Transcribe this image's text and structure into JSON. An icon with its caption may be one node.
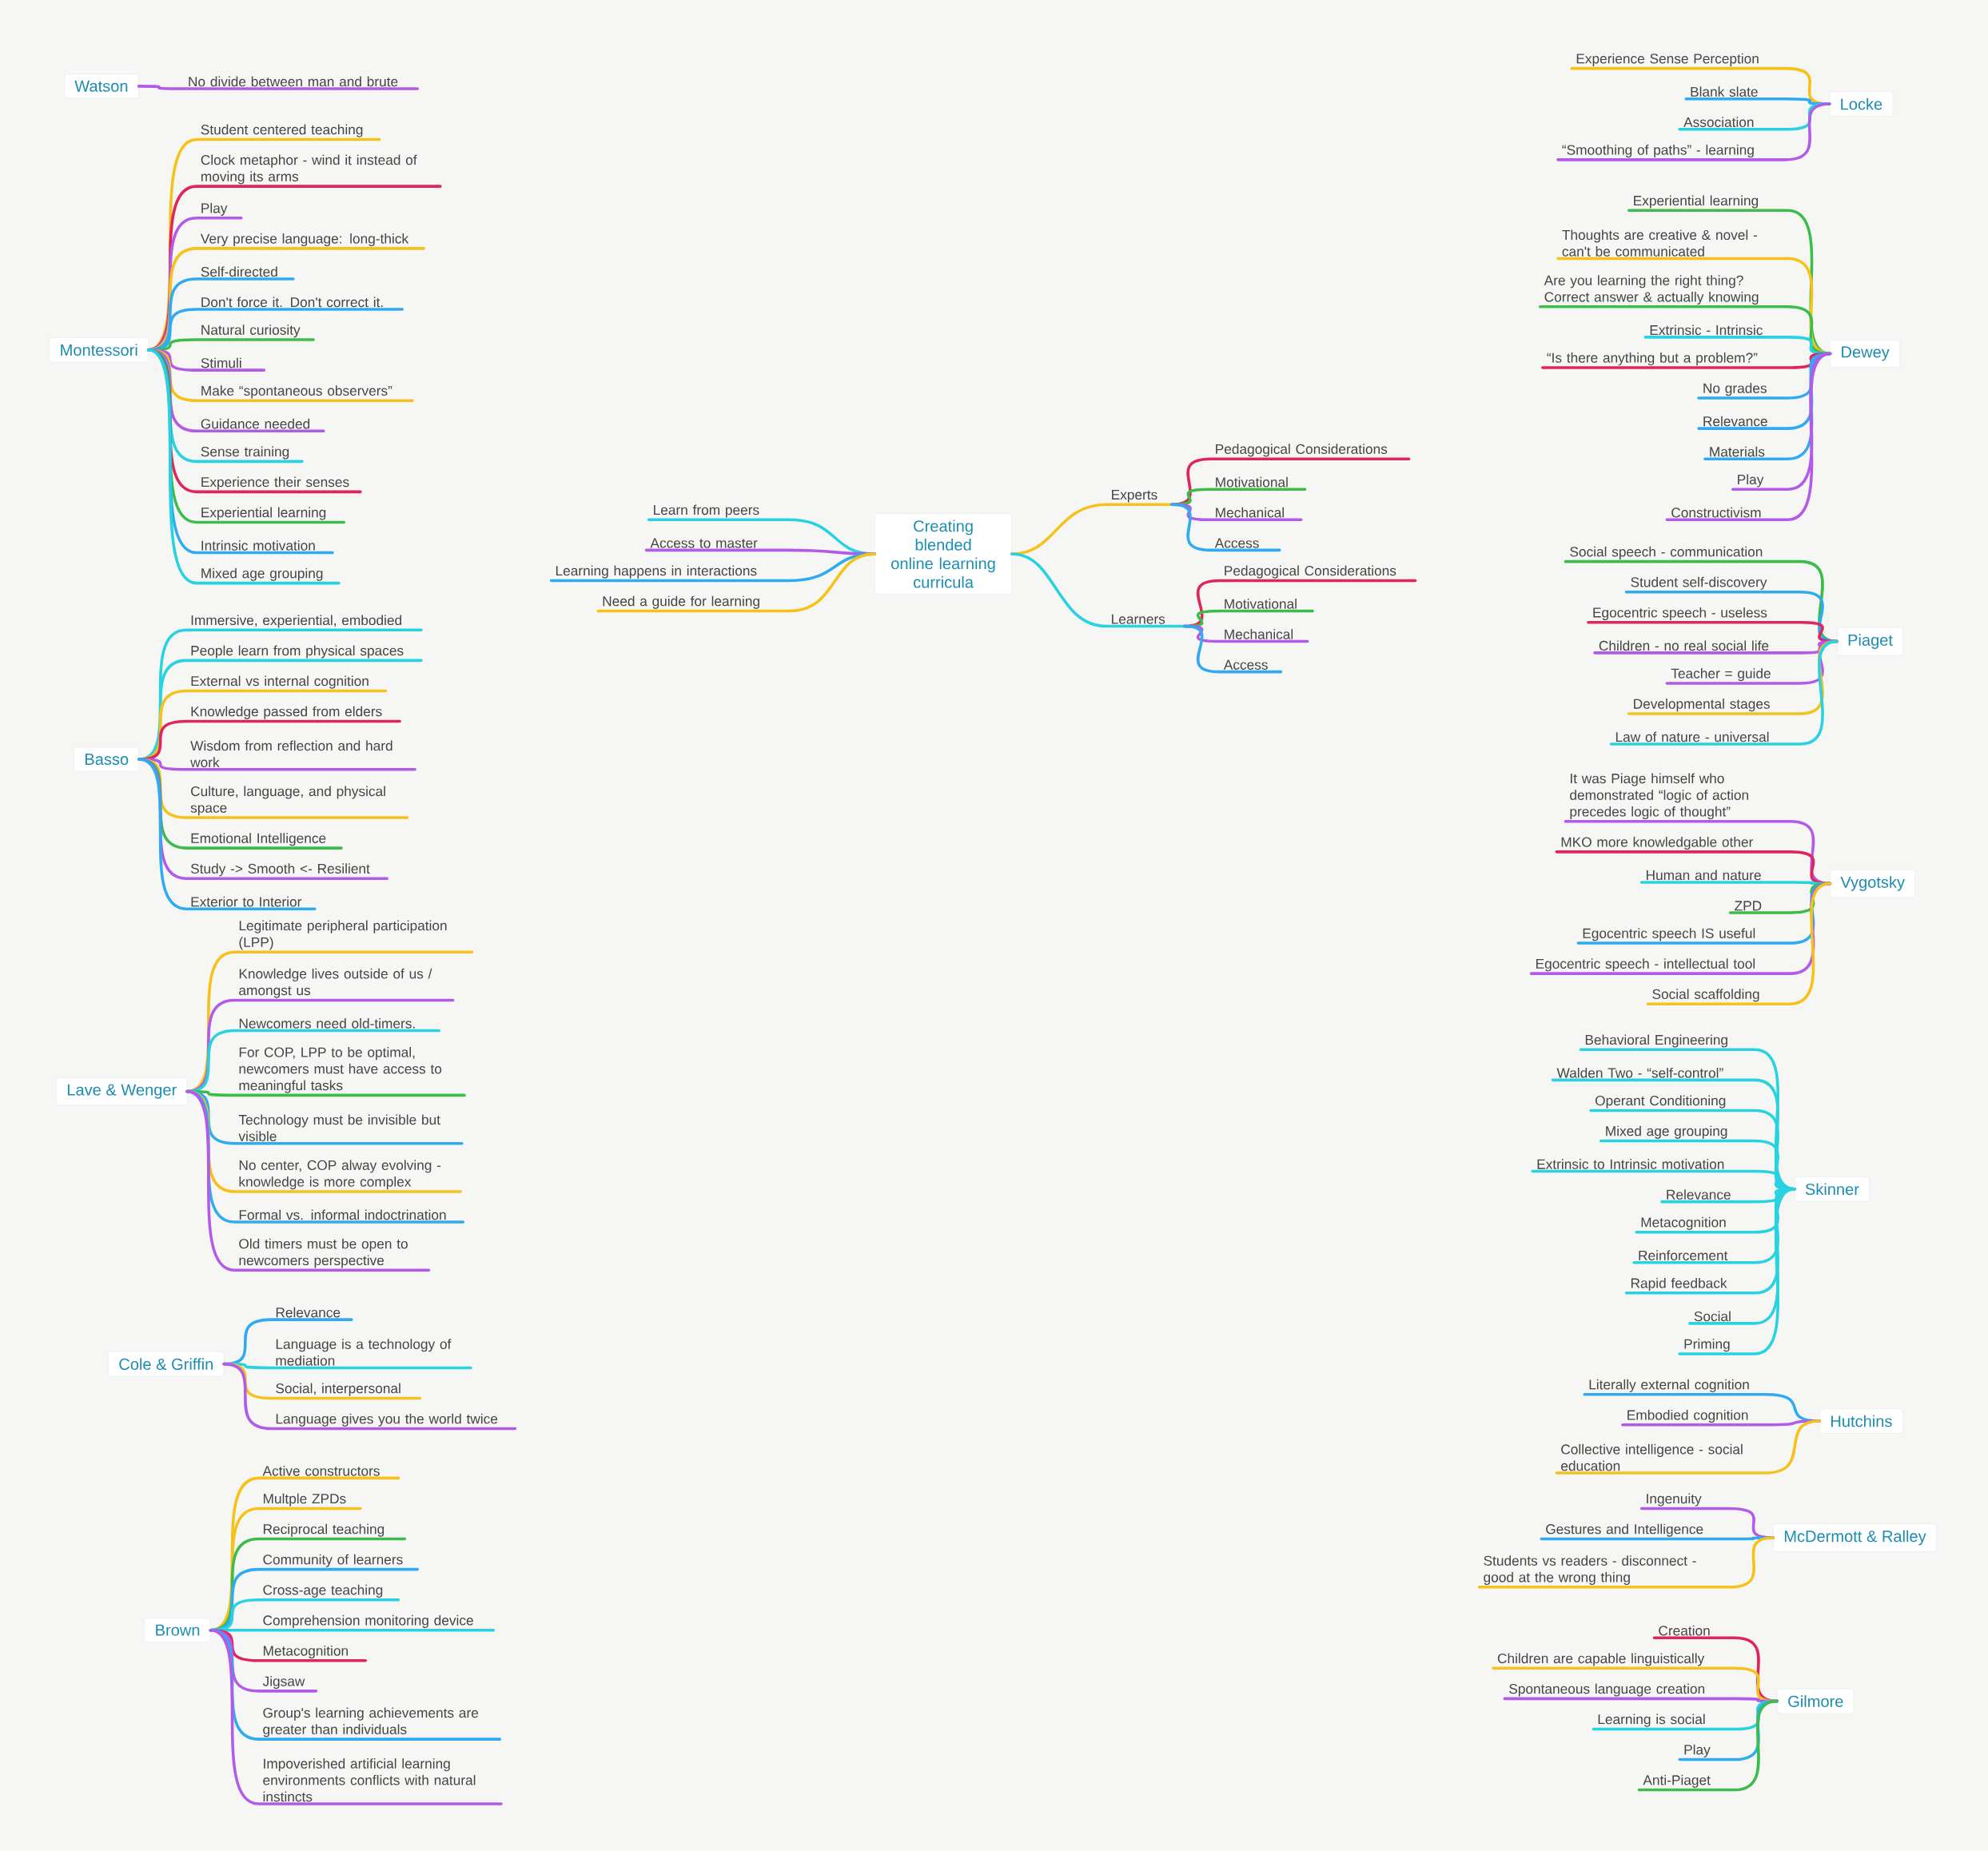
{
  "diagram": {
    "nodes": [
      {
        "text": [
          "Watson"
        ]
      },
      {
        "text": [
          "No divide between man and brute"
        ]
      },
      {
        "text": [
          "Montessori"
        ]
      },
      {
        "text": [
          "Student centered teaching"
        ]
      },
      {
        "text": [
          "Clock metaphor - wind it instead of moving its arms"
        ]
      },
      {
        "text": [
          "Play"
        ]
      },
      {
        "text": [
          "Very precise language: long-thick"
        ]
      },
      {
        "text": [
          "Self-directed"
        ]
      },
      {
        "text": [
          "Don't force it. Don't correct it."
        ]
      },
      {
        "text": [
          "Natural curiosity"
        ]
      },
      {
        "text": [
          "Stimuli"
        ]
      },
      {
        "text": [
          "Make “spontaneous observers”"
        ]
      },
      {
        "text": [
          "Guidance needed"
        ]
      },
      {
        "text": [
          "Sense training"
        ]
      },
      {
        "text": [
          "Experience their senses"
        ]
      },
      {
        "text": [
          "Experiential learning"
        ]
      },
      {
        "text": [
          "Intrinsic motivation"
        ]
      },
      {
        "text": [
          "Mixed age grouping"
        ]
      },
      {
        "text": [
          "Basso"
        ]
      },
      {
        "text": [
          "Immersive, experiential, embodied"
        ]
      },
      {
        "text": [
          "People learn from physical spaces"
        ]
      },
      {
        "text": [
          "External vs internal cognition"
        ]
      },
      {
        "text": [
          "Knowledge passed from elders"
        ]
      },
      {
        "text": [
          "Wisdom from reflection and hard work"
        ]
      },
      {
        "text": [
          "Culture, language, and physical space"
        ]
      },
      {
        "text": [
          "Emotional Intelligence"
        ]
      },
      {
        "text": [
          "Study -> Smooth <- Resilient"
        ]
      },
      {
        "text": [
          "Exterior to Interior"
        ]
      },
      {
        "text": [
          "Lave & Wenger"
        ]
      },
      {
        "text": [
          "Legitimate peripheral participation (LPP)"
        ]
      },
      {
        "text": [
          "Knowledge lives outside of us / amongst us"
        ]
      },
      {
        "text": [
          "Newcomers need old-timers."
        ]
      },
      {
        "text": [
          "For COP, LPP to be optimal, newcomers must have access to meaningful tasks"
        ]
      },
      {
        "text": [
          "Technology must be invisible but visible"
        ]
      },
      {
        "text": [
          "No center, COP alway evolving - knowledge is more complex"
        ]
      },
      {
        "text": [
          "Formal vs. informal indoctrination"
        ]
      },
      {
        "text": [
          "Old timers must be open to newcomers perspective"
        ]
      },
      {
        "text": [
          "Cole & Griffin"
        ]
      },
      {
        "text": [
          "Relevance"
        ]
      },
      {
        "text": [
          "Language is a technology of mediation"
        ]
      },
      {
        "text": [
          "Social, interpersonal"
        ]
      },
      {
        "text": [
          "Language gives you the world twice"
        ]
      },
      {
        "text": [
          "Brown"
        ]
      },
      {
        "text": [
          "Active constructors"
        ]
      },
      {
        "text": [
          "Multple ZPDs"
        ]
      },
      {
        "text": [
          "Reciprocal teaching"
        ]
      },
      {
        "text": [
          "Community of learners"
        ]
      },
      {
        "text": [
          "Cross-age teaching"
        ]
      },
      {
        "text": [
          "Comprehension monitoring device"
        ]
      },
      {
        "text": [
          "Metacognition"
        ]
      },
      {
        "text": [
          "Jigsaw"
        ]
      },
      {
        "text": [
          "Group's learning achievements are greater than individuals"
        ]
      },
      {
        "text": [
          "Impoverished artificial learning environments conflicts with natural instincts"
        ]
      },
      {
        "text": [
          "Creating blended online learning curricula"
        ]
      },
      {
        "text": [
          "Learn from peers"
        ]
      },
      {
        "text": [
          "Access to master"
        ]
      },
      {
        "text": [
          "Learning happens in interactions"
        ]
      },
      {
        "text": [
          "Need a guide for learning"
        ]
      },
      {
        "text": [
          "Experts"
        ]
      },
      {
        "text": [
          "Pedagogical Considerations"
        ]
      },
      {
        "text": [
          "Motivational"
        ]
      },
      {
        "text": [
          "Mechanical"
        ]
      },
      {
        "text": [
          "Access"
        ]
      },
      {
        "text": [
          "Learners"
        ]
      },
      {
        "text": [
          "Pedagogical Considerations"
        ]
      },
      {
        "text": [
          "Motivational"
        ]
      },
      {
        "text": [
          "Mechanical"
        ]
      },
      {
        "text": [
          "Access"
        ]
      },
      {
        "text": [
          "Locke"
        ]
      },
      {
        "text": [
          "Experience Sense Perception"
        ]
      },
      {
        "text": [
          "Blank slate"
        ]
      },
      {
        "text": [
          "Association"
        ]
      },
      {
        "text": [
          "“Smoothing of paths” - learning"
        ]
      },
      {
        "text": [
          "Dewey"
        ]
      },
      {
        "text": [
          "Experiential learning"
        ]
      },
      {
        "text": [
          "Thoughts are creative & novel - can't be communicated"
        ]
      },
      {
        "text": [
          "Are you learning the right thing? Correct answer & actually knowing"
        ]
      },
      {
        "text": [
          "Extrinsic - Intrinsic"
        ]
      },
      {
        "text": [
          "“Is there anything but a problem?”"
        ]
      },
      {
        "text": [
          "No grades"
        ]
      },
      {
        "text": [
          "Relevance"
        ]
      },
      {
        "text": [
          "Materials"
        ]
      },
      {
        "text": [
          "Play"
        ]
      },
      {
        "text": [
          "Constructivism"
        ]
      },
      {
        "text": [
          "Piaget"
        ]
      },
      {
        "text": [
          "Social speech - communication"
        ]
      },
      {
        "text": [
          "Student self-discovery"
        ]
      },
      {
        "text": [
          "Egocentric speech - useless"
        ]
      },
      {
        "text": [
          "Children - no real social life"
        ]
      },
      {
        "text": [
          "Teacher = guide"
        ]
      },
      {
        "text": [
          "Developmental stages"
        ]
      },
      {
        "text": [
          "Law of nature - universal"
        ]
      },
      {
        "text": [
          "Vygotsky"
        ]
      },
      {
        "text": [
          "It was Piage himself who demonstrated “logic of action precedes logic of thought”"
        ]
      },
      {
        "text": [
          "MKO more knowledgable other"
        ]
      },
      {
        "text": [
          "Human and nature"
        ]
      },
      {
        "text": [
          "ZPD"
        ]
      },
      {
        "text": [
          "Egocentric speech IS useful"
        ]
      },
      {
        "text": [
          "Egocentric speech - intellectual tool"
        ]
      },
      {
        "text": [
          "Social scaffolding"
        ]
      },
      {
        "text": [
          "Skinner"
        ]
      },
      {
        "text": [
          "Behavioral Engineering"
        ]
      },
      {
        "text": [
          "Walden Two - “self-control”"
        ]
      },
      {
        "text": [
          "Operant Conditioning"
        ]
      },
      {
        "text": [
          "Mixed age grouping"
        ]
      },
      {
        "text": [
          "Extrinsic to Intrinsic motivation"
        ]
      },
      {
        "text": [
          "Relevance"
        ]
      },
      {
        "text": [
          "Metacognition"
        ]
      },
      {
        "text": [
          "Reinforcement"
        ]
      },
      {
        "text": [
          "Rapid feedback"
        ]
      },
      {
        "text": [
          "Social"
        ]
      },
      {
        "text": [
          "Priming"
        ]
      },
      {
        "text": [
          "Hutchins"
        ]
      },
      {
        "text": [
          "Literally external cognition"
        ]
      },
      {
        "text": [
          "Embodied cognition"
        ]
      },
      {
        "text": [
          "Collective intelligence - social education"
        ]
      },
      {
        "text": [
          "McDermott & Ralley"
        ]
      },
      {
        "text": [
          "Ingenuity"
        ]
      },
      {
        "text": [
          "Gestures and Intelligence"
        ]
      },
      {
        "text": [
          "Students vs readers - disconnect - good at the wrong thing"
        ]
      },
      {
        "text": [
          "Gilmore"
        ]
      },
      {
        "text": [
          "Creation"
        ]
      },
      {
        "text": [
          "Children are capable linguistically"
        ]
      },
      {
        "text": [
          "Spontaneous language creation"
        ]
      },
      {
        "text": [
          "Learning is social"
        ]
      },
      {
        "text": [
          "Play"
        ]
      },
      {
        "text": [
          "Anti-Piaget"
        ]
      }
    ],
    "edges": [
      {
        "from": 0,
        "to": 1,
        "arrow": "none",
        "color": "#b45ae8"
      },
      {
        "from": 2,
        "to": 3,
        "arrow": "none",
        "color": "#f7c11a"
      },
      {
        "from": 2,
        "to": 4,
        "arrow": "none",
        "color": "#e0245e"
      },
      {
        "from": 2,
        "to": 5,
        "arrow": "none",
        "color": "#b45ae8"
      },
      {
        "from": 2,
        "to": 6,
        "arrow": "none",
        "color": "#f7c11a"
      },
      {
        "from": 2,
        "to": 7,
        "arrow": "none",
        "color": "#30aaf0"
      },
      {
        "from": 2,
        "to": 8,
        "arrow": "none",
        "color": "#30aaf0"
      },
      {
        "from": 2,
        "to": 9,
        "arrow": "none",
        "color": "#3cbd4b"
      },
      {
        "from": 2,
        "to": 10,
        "arrow": "none",
        "color": "#b45ae8"
      },
      {
        "from": 2,
        "to": 11,
        "arrow": "none",
        "color": "#f7c11a"
      },
      {
        "from": 2,
        "to": 12,
        "arrow": "none",
        "color": "#b45ae8"
      },
      {
        "from": 2,
        "to": 13,
        "arrow": "none",
        "color": "#28d2e0"
      },
      {
        "from": 2,
        "to": 14,
        "arrow": "none",
        "color": "#e0245e"
      },
      {
        "from": 2,
        "to": 15,
        "arrow": "none",
        "color": "#3cbd4b"
      },
      {
        "from": 2,
        "to": 16,
        "arrow": "none",
        "color": "#30aaf0"
      },
      {
        "from": 2,
        "to": 17,
        "arrow": "none",
        "color": "#28d2e0"
      },
      {
        "from": 18,
        "to": 19,
        "arrow": "none",
        "color": "#28d2e0"
      },
      {
        "from": 18,
        "to": 20,
        "arrow": "none",
        "color": "#28d2e0"
      },
      {
        "from": 18,
        "to": 21,
        "arrow": "none",
        "color": "#f7c11a"
      },
      {
        "from": 18,
        "to": 22,
        "arrow": "none",
        "color": "#e0245e"
      },
      {
        "from": 18,
        "to": 23,
        "arrow": "none",
        "color": "#b45ae8"
      },
      {
        "from": 18,
        "to": 24,
        "arrow": "none",
        "color": "#f7c11a"
      },
      {
        "from": 18,
        "to": 25,
        "arrow": "none",
        "color": "#3cbd4b"
      },
      {
        "from": 18,
        "to": 26,
        "arrow": "none",
        "color": "#b45ae8"
      },
      {
        "from": 18,
        "to": 27,
        "arrow": "none",
        "color": "#30aaf0"
      },
      {
        "from": 28,
        "to": 29,
        "arrow": "none",
        "color": "#f7c11a"
      },
      {
        "from": 28,
        "to": 30,
        "arrow": "none",
        "color": "#b45ae8"
      },
      {
        "from": 28,
        "to": 31,
        "arrow": "none",
        "color": "#28d2e0"
      },
      {
        "from": 28,
        "to": 32,
        "arrow": "none",
        "color": "#3cbd4b"
      },
      {
        "from": 28,
        "to": 33,
        "arrow": "none",
        "color": "#30aaf0"
      },
      {
        "from": 28,
        "to": 34,
        "arrow": "none",
        "color": "#f7c11a"
      },
      {
        "from": 28,
        "to": 35,
        "arrow": "none",
        "color": "#30aaf0"
      },
      {
        "from": 28,
        "to": 36,
        "arrow": "none",
        "color": "#b45ae8"
      },
      {
        "from": 37,
        "to": 38,
        "arrow": "none",
        "color": "#30aaf0"
      },
      {
        "from": 37,
        "to": 39,
        "arrow": "none",
        "color": "#28d2e0"
      },
      {
        "from": 37,
        "to": 40,
        "arrow": "none",
        "color": "#f7c11a"
      },
      {
        "from": 37,
        "to": 41,
        "arrow": "none",
        "color": "#b45ae8"
      },
      {
        "from": 42,
        "to": 43,
        "arrow": "none",
        "color": "#f7c11a"
      },
      {
        "from": 42,
        "to": 44,
        "arrow": "none",
        "color": "#f7c11a"
      },
      {
        "from": 42,
        "to": 45,
        "arrow": "none",
        "color": "#3cbd4b"
      },
      {
        "from": 42,
        "to": 46,
        "arrow": "none",
        "color": "#30aaf0"
      },
      {
        "from": 42,
        "to": 47,
        "arrow": "none",
        "color": "#28d2e0"
      },
      {
        "from": 42,
        "to": 48,
        "arrow": "none",
        "color": "#28d2e0"
      },
      {
        "from": 42,
        "to": 49,
        "arrow": "none",
        "color": "#e0245e"
      },
      {
        "from": 42,
        "to": 50,
        "arrow": "none",
        "color": "#b45ae8"
      },
      {
        "from": 42,
        "to": 51,
        "arrow": "none",
        "color": "#30aaf0"
      },
      {
        "from": 42,
        "to": 52,
        "arrow": "none",
        "color": "#b45ae8"
      },
      {
        "from": 53,
        "to": 54,
        "arrow": "none",
        "color": "#28d2e0"
      },
      {
        "from": 53,
        "to": 55,
        "arrow": "none",
        "color": "#b45ae8"
      },
      {
        "from": 53,
        "to": 56,
        "arrow": "none",
        "color": "#30aaf0"
      },
      {
        "from": 53,
        "to": 57,
        "arrow": "none",
        "color": "#f7c11a"
      },
      {
        "from": 53,
        "to": 58,
        "arrow": "none",
        "color": "#f7c11a"
      },
      {
        "from": 58,
        "to": 59,
        "arrow": "none",
        "color": "#e0245e"
      },
      {
        "from": 58,
        "to": 60,
        "arrow": "none",
        "color": "#3cbd4b"
      },
      {
        "from": 58,
        "to": 61,
        "arrow": "none",
        "color": "#b45ae8"
      },
      {
        "from": 58,
        "to": 62,
        "arrow": "none",
        "color": "#30aaf0"
      },
      {
        "from": 53,
        "to": 63,
        "arrow": "none",
        "color": "#28d2e0"
      },
      {
        "from": 63,
        "to": 64,
        "arrow": "none",
        "color": "#e0245e"
      },
      {
        "from": 63,
        "to": 65,
        "arrow": "none",
        "color": "#3cbd4b"
      },
      {
        "from": 63,
        "to": 66,
        "arrow": "none",
        "color": "#b45ae8"
      },
      {
        "from": 63,
        "to": 67,
        "arrow": "none",
        "color": "#30aaf0"
      },
      {
        "from": 68,
        "to": 69,
        "arrow": "none",
        "color": "#f7c11a"
      },
      {
        "from": 68,
        "to": 70,
        "arrow": "none",
        "color": "#30aaf0"
      },
      {
        "from": 68,
        "to": 71,
        "arrow": "none",
        "color": "#28d2e0"
      },
      {
        "from": 68,
        "to": 72,
        "arrow": "none",
        "color": "#b45ae8"
      },
      {
        "from": 73,
        "to": 74,
        "arrow": "none",
        "color": "#3cbd4b"
      },
      {
        "from": 73,
        "to": 75,
        "arrow": "none",
        "color": "#f7c11a"
      },
      {
        "from": 73,
        "to": 76,
        "arrow": "none",
        "color": "#3cbd4b"
      },
      {
        "from": 73,
        "to": 77,
        "arrow": "none",
        "color": "#28d2e0"
      },
      {
        "from": 73,
        "to": 78,
        "arrow": "none",
        "color": "#e0245e"
      },
      {
        "from": 73,
        "to": 79,
        "arrow": "none",
        "color": "#30aaf0"
      },
      {
        "from": 73,
        "to": 80,
        "arrow": "none",
        "color": "#30aaf0"
      },
      {
        "from": 73,
        "to": 81,
        "arrow": "none",
        "color": "#30aaf0"
      },
      {
        "from": 73,
        "to": 82,
        "arrow": "none",
        "color": "#b45ae8"
      },
      {
        "from": 73,
        "to": 83,
        "arrow": "none",
        "color": "#b45ae8"
      },
      {
        "from": 84,
        "to": 85,
        "arrow": "none",
        "color": "#3cbd4b"
      },
      {
        "from": 84,
        "to": 86,
        "arrow": "none",
        "color": "#30aaf0"
      },
      {
        "from": 84,
        "to": 87,
        "arrow": "none",
        "color": "#e0245e"
      },
      {
        "from": 84,
        "to": 88,
        "arrow": "none",
        "color": "#b45ae8"
      },
      {
        "from": 84,
        "to": 89,
        "arrow": "none",
        "color": "#b45ae8"
      },
      {
        "from": 84,
        "to": 90,
        "arrow": "none",
        "color": "#f7c11a"
      },
      {
        "from": 84,
        "to": 91,
        "arrow": "none",
        "color": "#28d2e0"
      },
      {
        "from": 92,
        "to": 93,
        "arrow": "none",
        "color": "#b45ae8"
      },
      {
        "from": 92,
        "to": 94,
        "arrow": "none",
        "color": "#e0245e"
      },
      {
        "from": 92,
        "to": 95,
        "arrow": "none",
        "color": "#28d2e0"
      },
      {
        "from": 92,
        "to": 96,
        "arrow": "none",
        "color": "#3cbd4b"
      },
      {
        "from": 92,
        "to": 97,
        "arrow": "none",
        "color": "#30aaf0"
      },
      {
        "from": 92,
        "to": 98,
        "arrow": "none",
        "color": "#b45ae8"
      },
      {
        "from": 92,
        "to": 99,
        "arrow": "none",
        "color": "#f7c11a"
      },
      {
        "from": 100,
        "to": 101,
        "arrow": "none",
        "color": "#28d2e0"
      },
      {
        "from": 100,
        "to": 102,
        "arrow": "none",
        "color": "#28d2e0"
      },
      {
        "from": 100,
        "to": 103,
        "arrow": "none",
        "color": "#28d2e0"
      },
      {
        "from": 100,
        "to": 104,
        "arrow": "none",
        "color": "#28d2e0"
      },
      {
        "from": 100,
        "to": 105,
        "arrow": "none",
        "color": "#28d2e0"
      },
      {
        "from": 100,
        "to": 106,
        "arrow": "none",
        "color": "#28d2e0"
      },
      {
        "from": 100,
        "to": 107,
        "arrow": "none",
        "color": "#28d2e0"
      },
      {
        "from": 100,
        "to": 108,
        "arrow": "none",
        "color": "#28d2e0"
      },
      {
        "from": 100,
        "to": 109,
        "arrow": "none",
        "color": "#28d2e0"
      },
      {
        "from": 100,
        "to": 110,
        "arrow": "none",
        "color": "#28d2e0"
      },
      {
        "from": 100,
        "to": 111,
        "arrow": "none",
        "color": "#28d2e0"
      },
      {
        "from": 112,
        "to": 113,
        "arrow": "none",
        "color": "#30aaf0"
      },
      {
        "from": 112,
        "to": 114,
        "arrow": "none",
        "color": "#b45ae8"
      },
      {
        "from": 112,
        "to": 115,
        "arrow": "none",
        "color": "#f7c11a"
      },
      {
        "from": 116,
        "to": 117,
        "arrow": "none",
        "color": "#b45ae8"
      },
      {
        "from": 116,
        "to": 118,
        "arrow": "none",
        "color": "#30aaf0"
      },
      {
        "from": 116,
        "to": 119,
        "arrow": "none",
        "color": "#f7c11a"
      },
      {
        "from": 120,
        "to": 121,
        "arrow": "none",
        "color": "#e0245e"
      },
      {
        "from": 120,
        "to": 122,
        "arrow": "none",
        "color": "#f7c11a"
      },
      {
        "from": 120,
        "to": 123,
        "arrow": "none",
        "color": "#b45ae8"
      },
      {
        "from": 120,
        "to": 124,
        "arrow": "none",
        "color": "#28d2e0"
      },
      {
        "from": 120,
        "to": 125,
        "arrow": "none",
        "color": "#30aaf0"
      },
      {
        "from": 120,
        "to": 126,
        "arrow": "none",
        "color": "#3cbd4b"
      }
    ]
  }
}
